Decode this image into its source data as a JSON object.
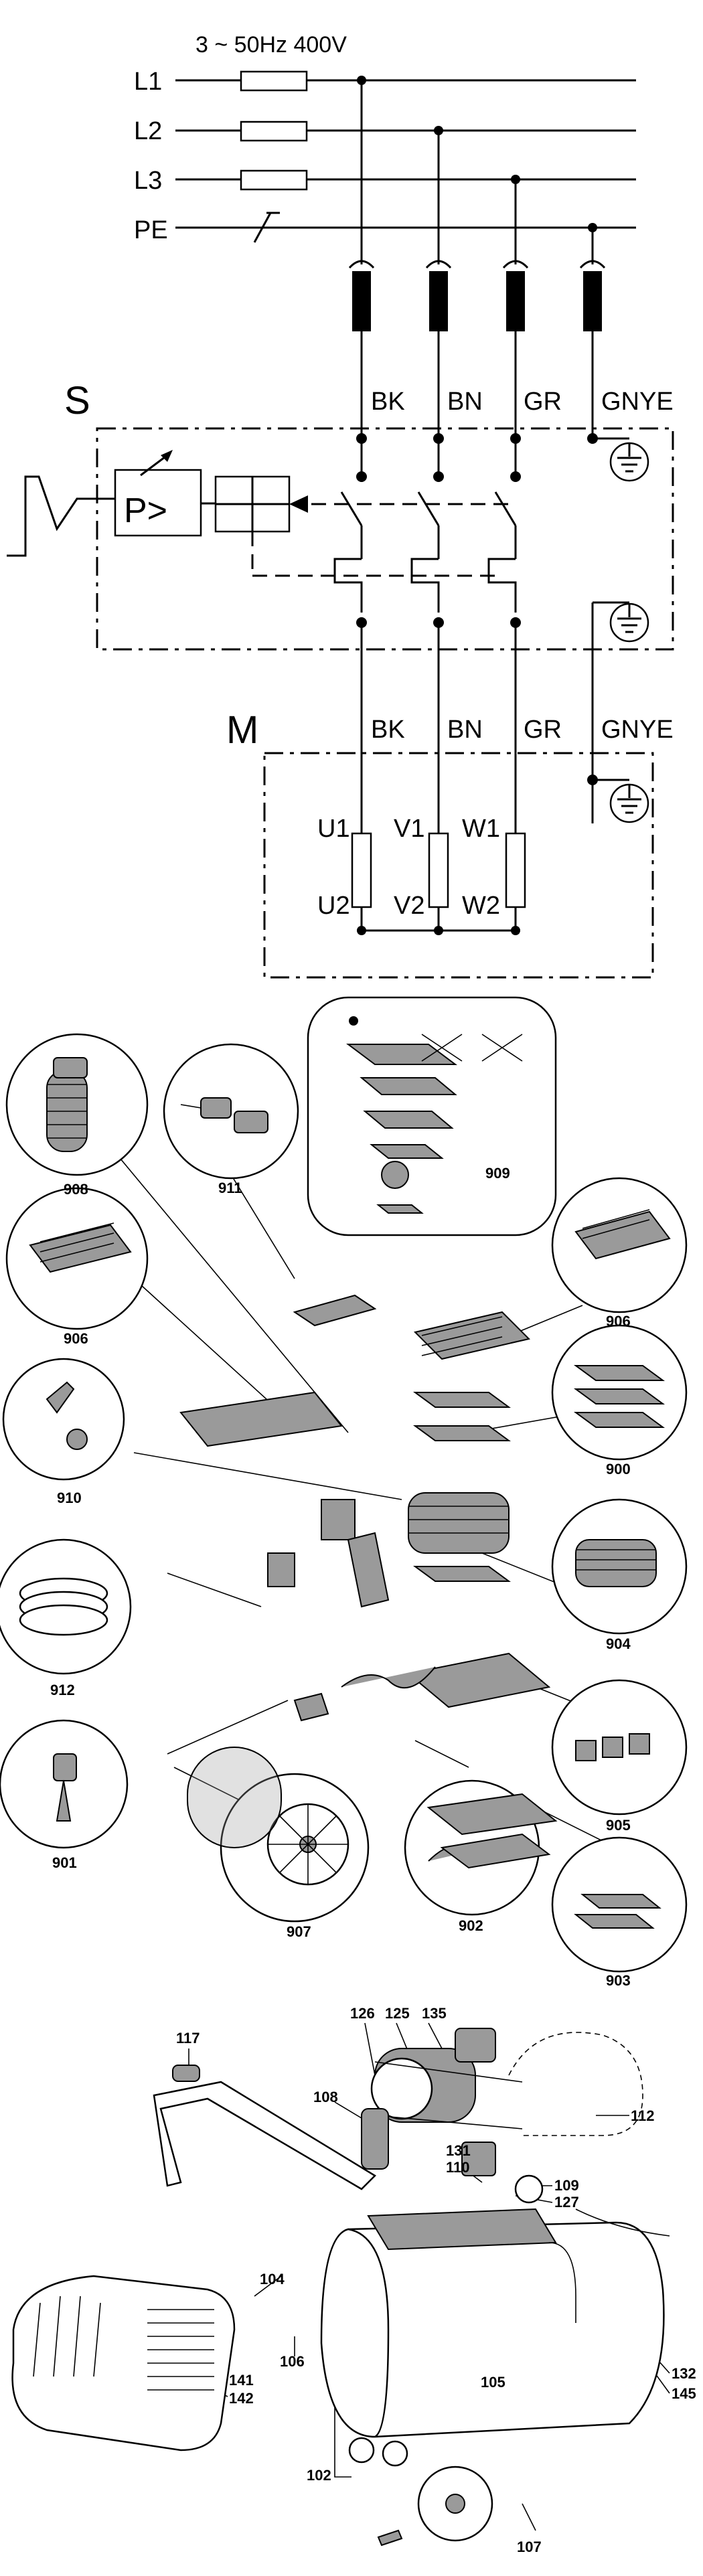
{
  "wiring": {
    "supply": "3 ~ 50Hz 400V",
    "lines": [
      "L1",
      "L2",
      "L3",
      "PE"
    ],
    "switch_label": "S",
    "switch_wires": [
      "BK",
      "BN",
      "GR",
      "GNYE"
    ],
    "pressure_symbol": "P>",
    "motor_label": "M",
    "motor_wires": [
      "BK",
      "BN",
      "GR",
      "GNYE"
    ],
    "terminals_top": [
      "U1",
      "V1",
      "W1"
    ],
    "terminals_bottom": [
      "U2",
      "V2",
      "W2"
    ]
  },
  "pump_callouts": [
    "908",
    "911",
    "909",
    "906",
    "906",
    "900",
    "910",
    "904",
    "912",
    "905",
    "901",
    "907",
    "902",
    "903"
  ],
  "compressor_callouts": [
    "117",
    "126",
    "125",
    "135",
    "108",
    "112",
    "131",
    "110",
    "109",
    "127",
    "104",
    "106",
    "141",
    "142",
    "105",
    "132",
    "145",
    "102",
    "107"
  ]
}
